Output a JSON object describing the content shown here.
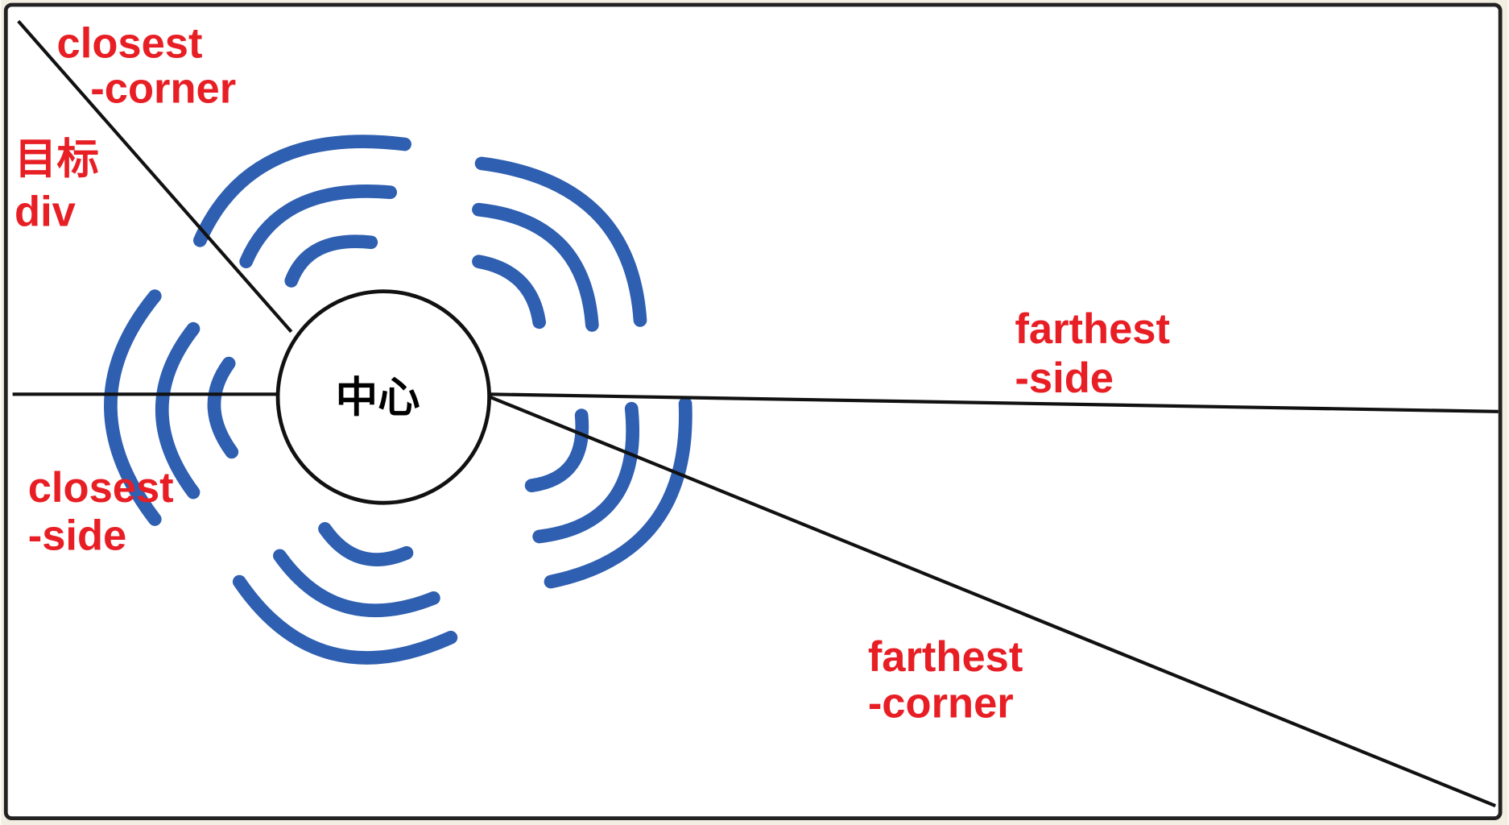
{
  "colors": {
    "label": "#e81e25",
    "wave": "#2f5fb0",
    "line": "#111111",
    "background": "#ffffff"
  },
  "labels": {
    "closest_corner": [
      "closest",
      "-corner"
    ],
    "target_div": [
      "目标",
      "div"
    ],
    "farthest_side": [
      "farthest",
      "-side"
    ],
    "closest_side": [
      "closest",
      "-side"
    ],
    "farthest_corner": [
      "farthest",
      "-corner"
    ],
    "center": "中心"
  }
}
